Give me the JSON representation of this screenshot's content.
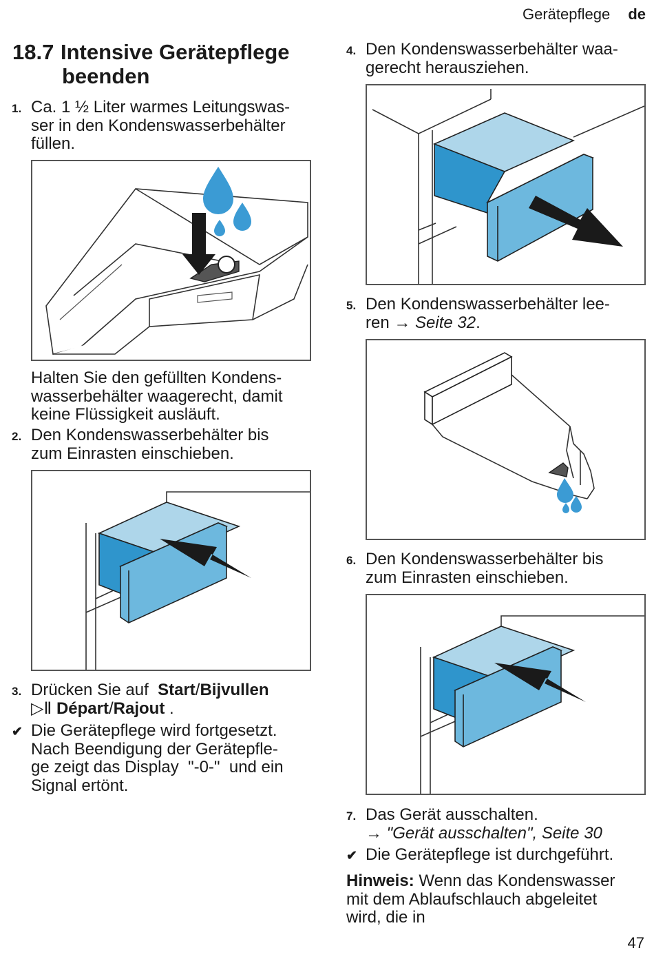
{
  "header": {
    "section": "Gerätepflege",
    "lang": "de"
  },
  "title": {
    "number": "18.7",
    "line1": "Intensive Gerätepflege",
    "line2": "beenden"
  },
  "steps": [
    {
      "num": "1.",
      "lines": [
        "Ca. 1 ½ Liter warmes Leitungswas-",
        "ser in den Kondenswasserbehälter",
        "füllen."
      ]
    },
    {
      "num": "2.",
      "lines": [
        "Den Kondenswasserbehälter bis",
        "zum Einrasten einschieben."
      ]
    },
    {
      "num": "3.",
      "prefix": "Drücken Sie auf",
      "btn1": "Start",
      "sep1": "/",
      "btn2": "Bijvullen",
      "icon": "▷Ⅱ",
      "btn3": "Départ",
      "sep2": "/",
      "btn4": "Rajout",
      "suffix": "."
    },
    {
      "num": "4.",
      "lines": [
        "Den Kondenswasserbehälter waa-",
        "gerecht herausziehen."
      ]
    },
    {
      "num": "5.",
      "line1": "Den Kondenswasserbehälter lee-",
      "line2_pre": "ren",
      "arrow": "→",
      "link": "Seite 32",
      "line2_post": "."
    },
    {
      "num": "6.",
      "lines": [
        "Den Kondenswasserbehälter bis",
        "zum Einrasten einschieben."
      ]
    },
    {
      "num": "7.",
      "line1": "Das Gerät ausschalten.",
      "arrow": "→",
      "link": "\"Gerät ausschalten\", Seite 30"
    }
  ],
  "note1": [
    "Halten Sie den gefüllten Kondens-",
    "wasserbehälter waagerecht, damit",
    "keine Flüssigkeit ausläuft."
  ],
  "result1": {
    "mark": "✔",
    "l1": "Die Gerätepflege wird fortgesetzt.",
    "l2": "Nach Beendigung der Gerätepfle-",
    "l3_pre": "ge zeigt das Display",
    "display": "\"-0-\"",
    "l3_post": "und ein",
    "l4": "Signal ertönt."
  },
  "result2": {
    "mark": "✔",
    "text": "Die Gerätepflege ist durchgeführt."
  },
  "hint": {
    "label": "Hinweis:",
    "l1": "Wenn das Kondenswasser",
    "l2": "mit dem Ablaufschlauch abgeleitet",
    "l3": "wird, die in"
  },
  "page_number": "47",
  "colors": {
    "water_blue": "#3b9bd4",
    "tank_light": "#aed6ea",
    "tank_dark": "#2f95cc",
    "tank_front": "#6db8de"
  }
}
